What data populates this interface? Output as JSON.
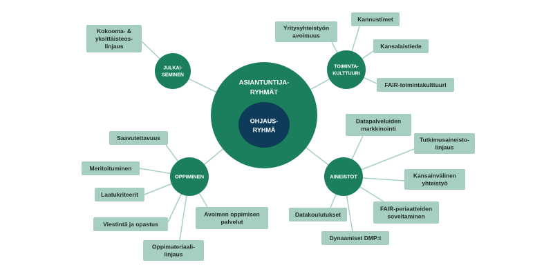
{
  "colors": {
    "circle": "#1b7f5e",
    "inner": "#0e3b5a",
    "box": "#a7cfc1",
    "box_text": "#1e2a26",
    "circle_text": "#ffffff",
    "line": "#a7cfc1"
  },
  "center": {
    "outer_label": "ASIANTUNTIJA-\nRYHMÄT",
    "inner_label": "OHJAUS-\nRYHMÄ"
  },
  "groups": {
    "julkaiseminen": {
      "label": "JULKAI-\nSEMINEN",
      "items": [
        "Kokooma- &\nyksittäisteos-\nlinjaus"
      ]
    },
    "toimintakulttuuri": {
      "label": "TOIMINTA-\nKULTTUURI",
      "items": [
        "Yritysyhteistyön\navoimuus",
        "Kannustimet",
        "Kansalaistiede",
        "FAIR-toimintakulttuuri"
      ]
    },
    "aineistot": {
      "label": "AINEISTOT",
      "items": [
        "Datapalveluiden\nmarkkinointi",
        "Tutkimusaineisto-\nlinjaus",
        "Kansainvälinen\nyhteistyö",
        "FAIR-periaatteiden\nsoveltaminen",
        "Dynaamiset DMP:t",
        "Datakoulutukset"
      ]
    },
    "oppiminen": {
      "label": "OPPIMINEN",
      "items": [
        "Saavutettavuus",
        "Meritoituminen",
        "Laatukriteerit",
        "Viestintä ja opastus",
        "Oppimateriaali-\nlinjaus",
        "Avoimen oppimisen\npalvelut"
      ]
    }
  }
}
